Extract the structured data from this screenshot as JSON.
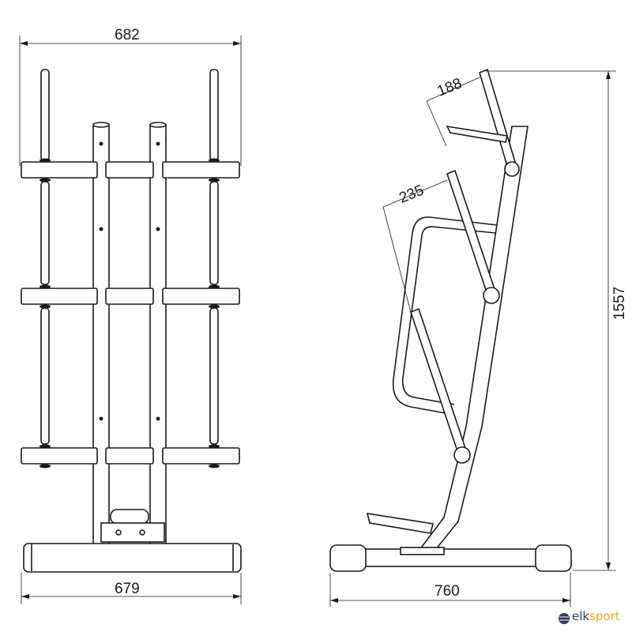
{
  "dimensions": {
    "front_top_width": "682",
    "front_base_width": "679",
    "side_base_width": "760",
    "side_height": "1557",
    "side_upper_arm": "188",
    "side_lower_arm": "235"
  },
  "logo": {
    "brand_a": "elk",
    "brand_b": "sport",
    "colors": {
      "primary": "#2f3c56",
      "accent": "#f4a522"
    }
  }
}
